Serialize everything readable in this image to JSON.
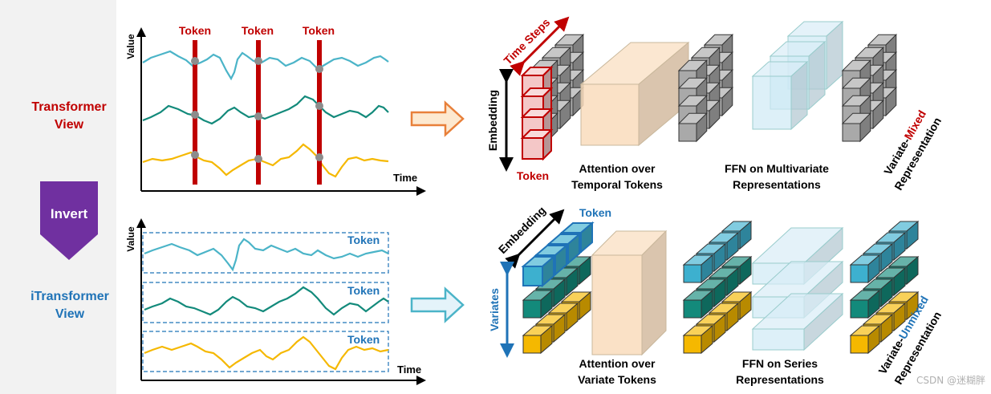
{
  "left": {
    "transformer_view": [
      "Transformer",
      "View"
    ],
    "invert": "Invert",
    "itransformer_view": [
      "iTransformer",
      "View"
    ]
  },
  "top_chart": {
    "ylabel": "Value",
    "xlabel": "Time",
    "token_labels": [
      "Token",
      "Token",
      "Token"
    ]
  },
  "bottom_chart": {
    "ylabel": "Value",
    "xlabel": "Time",
    "token_labels": [
      "Token",
      "Token",
      "Token"
    ]
  },
  "top_diagram": {
    "time_steps": "Time Steps",
    "embedding": "Embedding",
    "token": "Token",
    "attention": [
      "Attention over",
      "Temporal Tokens"
    ],
    "ffn": [
      "FFN on Multivariate",
      "Representations"
    ],
    "output": {
      "prefix": "Variate-",
      "highlight": "Mixed",
      "line2": "Representation"
    }
  },
  "bottom_diagram": {
    "embedding": "Embedding",
    "token": "Token",
    "variates": "Variates",
    "attention": [
      "Attention over",
      "Variate Tokens"
    ],
    "ffn": [
      "FFN on Series",
      "Representations"
    ],
    "output": {
      "prefix": "Variate-",
      "highlight": "Unmixed",
      "line2": "Representation"
    }
  },
  "watermark": "CSDN @迷糊胖",
  "colors": {
    "red": "#c00000",
    "blue": "#1f73b7",
    "purple": "#7030a0",
    "series_light": "#4bb4c8",
    "series_teal": "#138a7b",
    "series_yellow": "#f5b800",
    "cube_light": "#3db0cf",
    "cube_teal": "#138a7b",
    "cube_yellow": "#f5b800"
  }
}
